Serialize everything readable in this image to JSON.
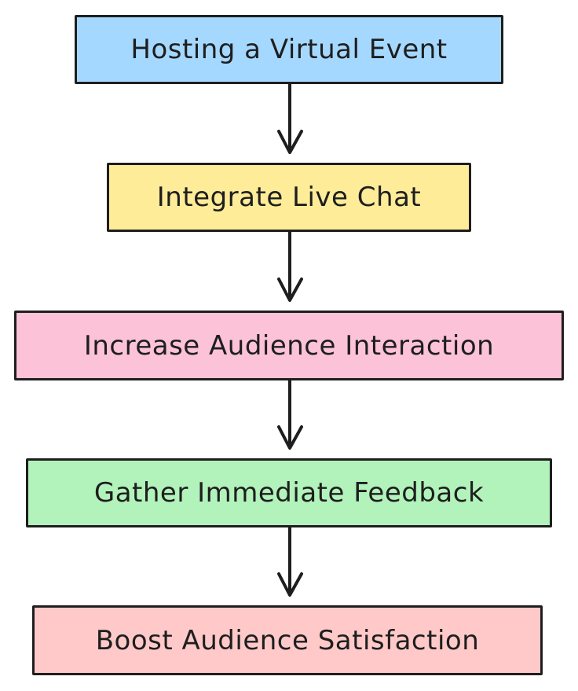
{
  "flowchart": {
    "nodes": [
      {
        "label": "Hosting a Virtual Event",
        "color": "#a5d8ff"
      },
      {
        "label": "Integrate Live Chat",
        "color": "#ffec99"
      },
      {
        "label": "Increase Audience Interaction",
        "color": "#fcc2d7"
      },
      {
        "label": "Gather Immediate Feedback",
        "color": "#b2f2bb"
      },
      {
        "label": "Boost Audience Satisfaction",
        "color": "#ffc9c9"
      }
    ],
    "edges": [
      {
        "from": 0,
        "to": 1
      },
      {
        "from": 1,
        "to": 2
      },
      {
        "from": 2,
        "to": 3
      },
      {
        "from": 3,
        "to": 4
      }
    ],
    "stroke_color": "#1e1e1e"
  }
}
